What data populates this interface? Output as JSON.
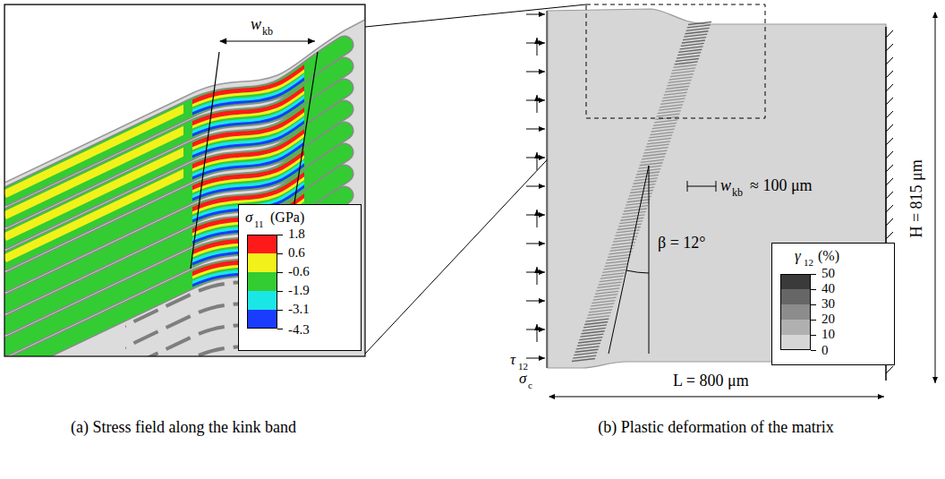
{
  "diagram": {
    "labels": [
      "w",
      "kb",
      "σ",
      "11",
      "(GPa)",
      "-4.3",
      "w",
      "kb",
      "≈ 100 μm",
      "β = 12°",
      "γ",
      "12",
      "(%)",
      "0",
      "τ",
      "12",
      "σ",
      "c",
      "L = 800 μm",
      "H = 815 μm",
      "(a) Stress field along the kink band",
      "(b) Plastic deformation of the matrix"
    ],
    "legend": [
      {
        "text": "1.8",
        "color": "#ff1a1a"
      },
      {
        "text": "0.6",
        "color": "#f2f21a"
      },
      {
        "text": "-0.6",
        "color": "#33cc33"
      },
      {
        "text": "-1.9",
        "color": "#1ae6e6"
      },
      {
        "text": "-3.1",
        "color": "#1a3cff"
      },
      {
        "text": "50",
        "color": "#3a3a3a"
      },
      {
        "text": "40",
        "color": "#666666"
      },
      {
        "text": "30",
        "color": "#8c8c8c"
      },
      {
        "text": "20",
        "color": "#b0b0b0"
      },
      {
        "text": "10",
        "color": "#d6d6d6"
      }
    ]
  }
}
